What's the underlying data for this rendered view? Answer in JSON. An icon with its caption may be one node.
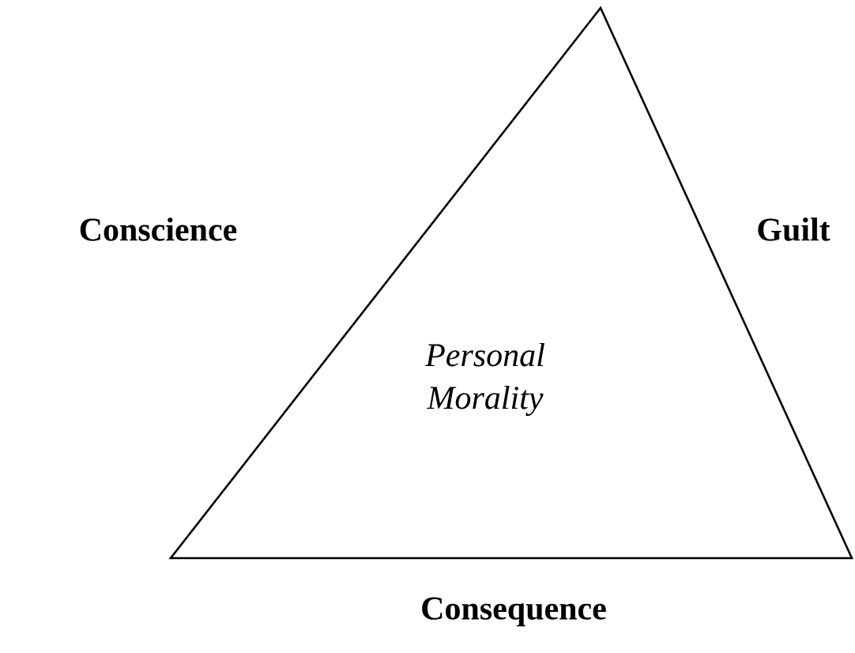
{
  "diagram": {
    "nodes": [
      {
        "text": [
          "Personal Morality"
        ]
      }
    ],
    "labels": [
      "Conscience",
      "Guilt",
      "Consequence"
    ]
  }
}
